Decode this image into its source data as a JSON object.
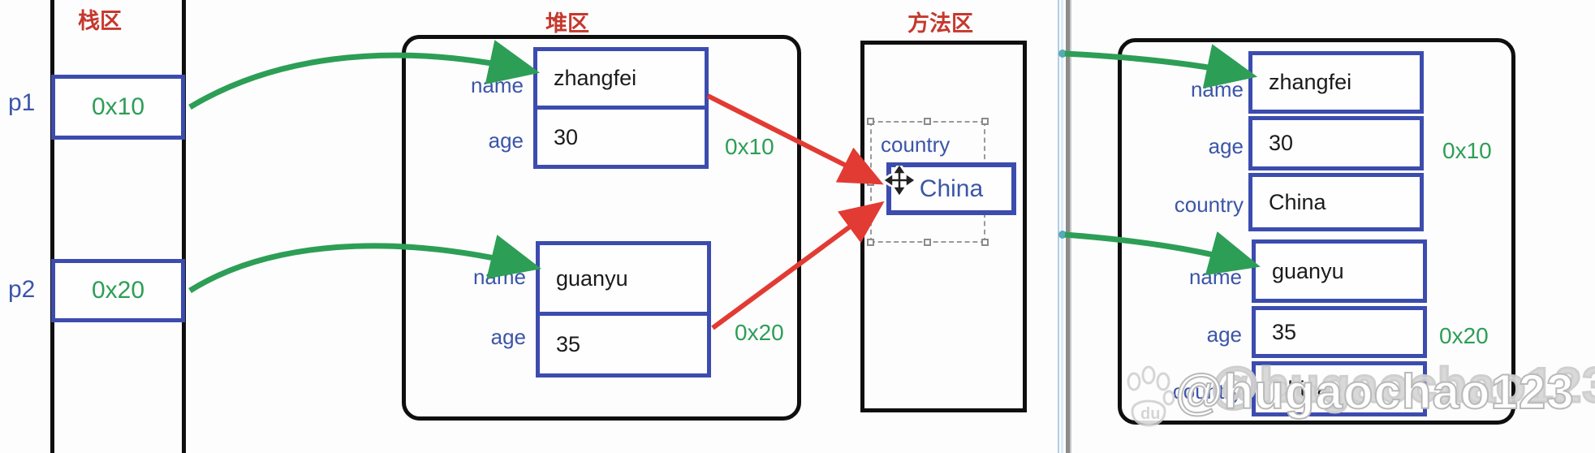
{
  "titles": {
    "stack": "栈区",
    "heap": "堆区",
    "method": "方法区"
  },
  "colors": {
    "zone_title_red": "#c5382e",
    "label_blue": "#3b55a8",
    "border_blue": "#3c4cae",
    "value_green": "#2d9e56",
    "arrow_green": "#2d9e56",
    "arrow_red": "#e23b33",
    "outline_black": "#0f0f0f"
  },
  "stack": {
    "items": [
      {
        "label": "p1",
        "value": "0x10"
      },
      {
        "label": "p2",
        "value": "0x20"
      }
    ]
  },
  "heap": {
    "objects": [
      {
        "address": "0x10",
        "fields": [
          {
            "label": "name",
            "value": "zhangfei"
          },
          {
            "label": "age",
            "value": "30"
          }
        ]
      },
      {
        "address": "0x20",
        "fields": [
          {
            "label": "name",
            "value": "guanyu"
          },
          {
            "label": "age",
            "value": "35"
          }
        ]
      }
    ]
  },
  "method": {
    "field_label": "country",
    "field_value": "China"
  },
  "panel2": {
    "objects": [
      {
        "address": "0x10",
        "fields": [
          {
            "label": "name",
            "value": "zhangfei"
          },
          {
            "label": "age",
            "value": "30"
          },
          {
            "label": "country",
            "value": "China"
          }
        ]
      },
      {
        "address": "0x20",
        "fields": [
          {
            "label": "name",
            "value": "guanyu"
          },
          {
            "label": "age",
            "value": "35"
          },
          {
            "label": "country",
            "value": "China"
          }
        ]
      }
    ]
  },
  "watermark": {
    "text": "@hugaochao123",
    "paw_text": "du"
  }
}
